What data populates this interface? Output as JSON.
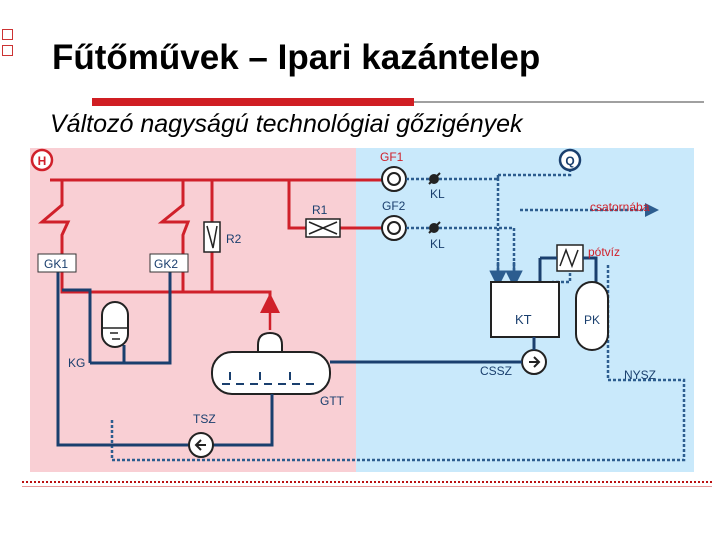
{
  "slide": {
    "title": "Fűtőművek – Ipari kazántelep",
    "subtitle": "Változó nagyságú technológiai gőzigények"
  },
  "diagram": {
    "colors": {
      "hot_zone_bg": "#f9cfd4",
      "cold_zone_bg": "#c9e9fb",
      "steam_line": "#d0202a",
      "water_line": "#1a3f6e",
      "dotted_line": "#2c5d8f",
      "label_red": "#d0202a",
      "label_blue": "#1a3f6e"
    },
    "labels": {
      "h": "H",
      "q": "Q",
      "gf1": "GF1",
      "gf2": "GF2",
      "kl1": "KL",
      "kl2": "KL",
      "r1": "R1",
      "r2": "R2",
      "gk1": "GK1",
      "gk2": "GK2",
      "csatornaba": "csatornába",
      "potviz": "pótvíz",
      "kt": "KT",
      "pk": "PK",
      "kg": "KG",
      "cssz": "CSSZ",
      "nysz": "NYSZ",
      "gtt": "GTT",
      "tsz": "TSZ"
    }
  }
}
